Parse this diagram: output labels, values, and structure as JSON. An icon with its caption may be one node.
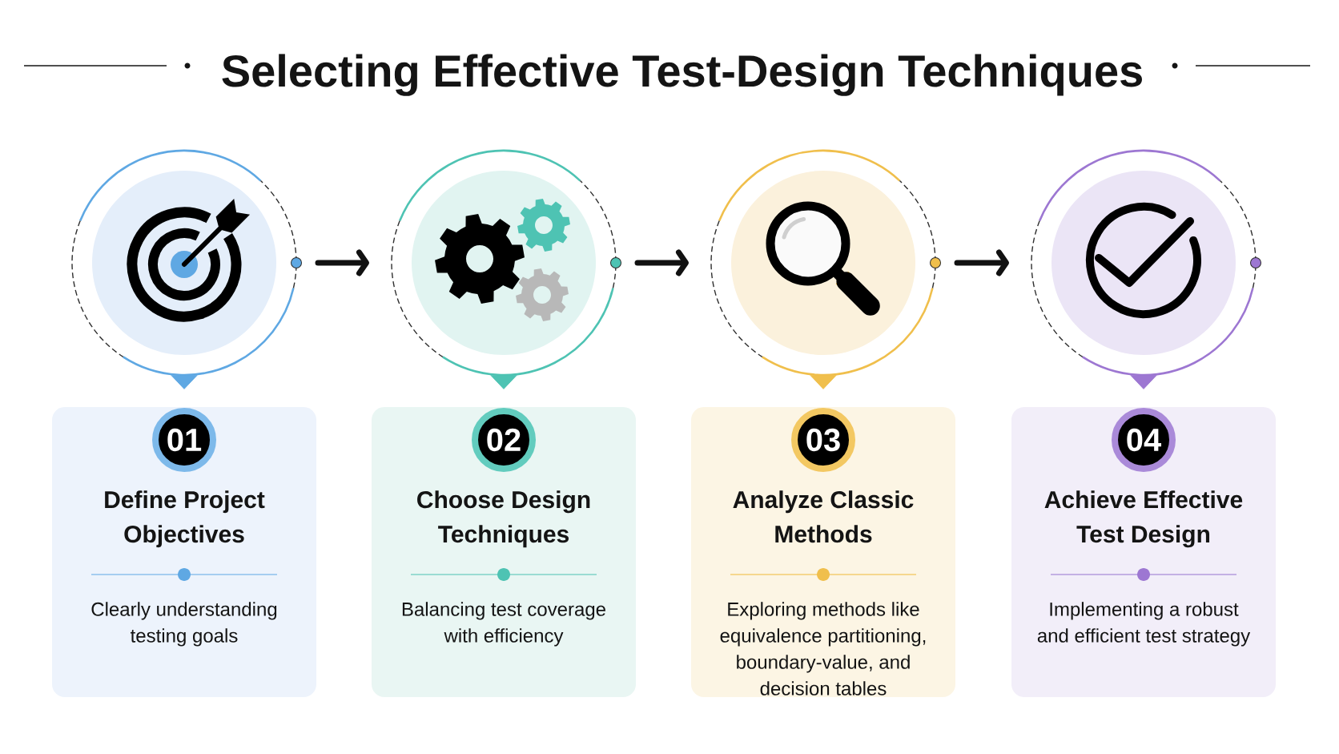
{
  "diagram": {
    "title": "Selecting Effective Test-Design Techniques",
    "nodes": [
      {
        "text": [],
        "shape": "circle"
      },
      {
        "text": [],
        "shape": "circle"
      },
      {
        "text": [],
        "shape": "circle"
      },
      {
        "text": [],
        "shape": "circle"
      },
      {
        "text": [
          "Define Project Objectives",
          "Clearly understanding testing goals"
        ]
      },
      {
        "text": [
          "01"
        ],
        "in": 4
      },
      {
        "text": [
          "Choose Design Techniques",
          "Balancing test coverage with efficiency"
        ]
      },
      {
        "text": [
          "02"
        ],
        "in": 6
      },
      {
        "text": [
          "Analyze Classic Methods",
          "Exploring methods like equivalence partitioning, boundary-value, and decision tables"
        ]
      },
      {
        "text": [
          "03"
        ],
        "in": 8
      },
      {
        "text": [
          "Achieve Effective Test Design",
          "Implementing a robust and efficient test strategy"
        ]
      },
      {
        "text": [
          "04"
        ],
        "in": 10
      }
    ],
    "edges": [
      {
        "from": 0,
        "to": 1,
        "arrow": "to"
      },
      {
        "from": 1,
        "to": 2,
        "arrow": "to"
      },
      {
        "from": 2,
        "to": 3,
        "arrow": "to"
      },
      {
        "from": 0,
        "to": 4,
        "arrow": "to",
        "color": "#5fa8e3"
      },
      {
        "from": 1,
        "to": 6,
        "arrow": "to",
        "color": "#4ec3b3"
      },
      {
        "from": 2,
        "to": 8,
        "arrow": "to",
        "color": "#f0bf4c"
      },
      {
        "from": 3,
        "to": 10,
        "arrow": "to",
        "color": "#9d77d2"
      }
    ]
  }
}
